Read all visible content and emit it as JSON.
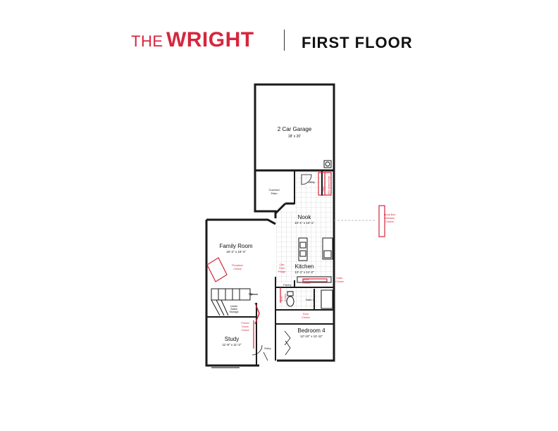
{
  "header": {
    "brand_prefix": "THE",
    "brand_name": "WRIGHT",
    "floor": "FIRST FLOOR"
  },
  "colors": {
    "accent": "#d7263d",
    "wall": "#1a1a1a",
    "tile": "#cccccc"
  },
  "rooms": {
    "garage": {
      "name": "2 Car Garage",
      "dims": "18' x 20'"
    },
    "covered_patio": {
      "line1": "Covered",
      "line2": "Patio"
    },
    "utility": "Utility",
    "nook": {
      "name": "Nook",
      "dims": "10'-1\" x 10'-1\""
    },
    "family_room": {
      "name": "Family Room",
      "dims": "16'-2\" x 15'-4\""
    },
    "kitchen": {
      "name": "Kitchen",
      "dims": "13'-1\" x 11'-2\""
    },
    "pantry": "Pantry",
    "bath": "Bath 3",
    "under_stairs": {
      "line1": "Under",
      "line2": "Stairs",
      "line3": "Storage"
    },
    "up": "Up",
    "study": {
      "name": "Study",
      "dims": "11'-8\" x 11'-2\""
    },
    "bedroom4": {
      "name": "Bedroom 4",
      "dims": "12'-10\" x 11'-11\""
    },
    "entry": "Entry"
  },
  "options": {
    "washer_dryer": [
      "W/D",
      "W/D Washer/Dryer"
    ],
    "nook_box": {
      "line1": "Nook Box",
      "line2": "Window",
      "line3": "Choice"
    },
    "fireplace": {
      "line1": "Fireplace",
      "line2": "Choice"
    },
    "cab_over_fridge": {
      "line1": "Cab",
      "line2": "Over",
      "line3": "Fridge"
    },
    "cabs": {
      "line1": "Cabs.",
      "line2": "Choice"
    },
    "shelf": {
      "line1": "Shelf",
      "line2": "Choice"
    },
    "arch": {
      "line1": "Arch",
      "line2": "Choice"
    },
    "door": {
      "line1": "Door",
      "line2": "Choice"
    },
    "french_doors": {
      "line1": "French",
      "line2": "Doors",
      "line3": "Choice"
    }
  }
}
